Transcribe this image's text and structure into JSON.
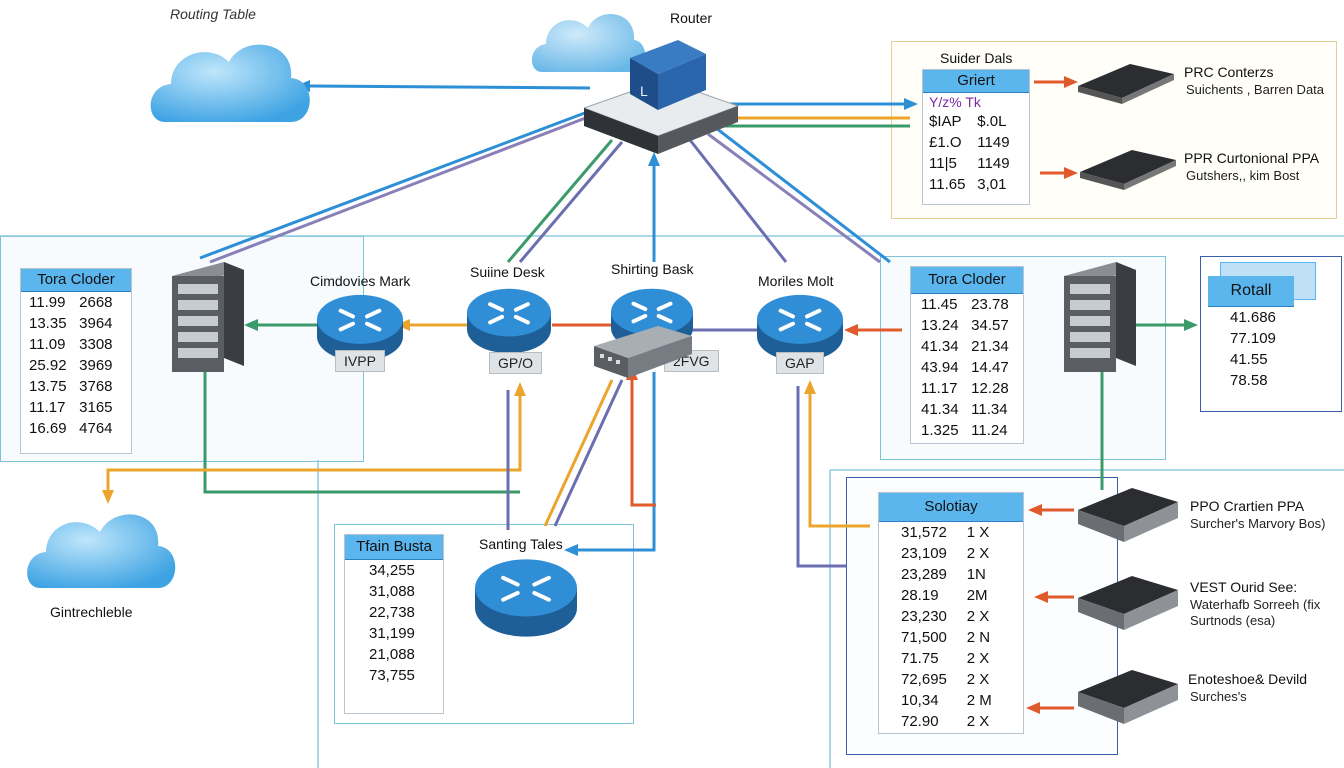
{
  "clouds": {
    "routing_table": "Routing Table",
    "bottom_left": "Gintrechleble"
  },
  "router": {
    "label": "Router"
  },
  "top_right": {
    "title": "Suider Dals",
    "table": {
      "header": "Griert",
      "subheader": "Y/z% Tk",
      "rows": [
        [
          "$IAP",
          "$.0L"
        ],
        [
          "£1.O",
          "1149"
        ],
        [
          "11|5",
          "1149"
        ],
        [
          "11.65",
          "3,01"
        ]
      ]
    },
    "devices": [
      {
        "title": "PRC Conterzs",
        "sub": "Suichents , Barren Data"
      },
      {
        "title": "PPR Curtonional PPA",
        "sub": "Gutshers,, kim Bost"
      }
    ]
  },
  "left_table": {
    "header": "Tora Cloder",
    "rows": [
      [
        "11.99",
        "2668"
      ],
      [
        "13.35",
        "3964"
      ],
      [
        "11.09",
        "3308"
      ],
      [
        "25.92",
        "3969"
      ],
      [
        "13.75",
        "3768"
      ],
      [
        "11.17",
        "3165"
      ],
      [
        "16.69",
        "4764"
      ]
    ]
  },
  "right_table": {
    "header": "Tora Cloder",
    "rows": [
      [
        "11.45",
        "23.78"
      ],
      [
        "13.24",
        "34.57"
      ],
      [
        "41.34",
        "21.34"
      ],
      [
        "43.94",
        "14.47"
      ],
      [
        "11.17",
        "12.28"
      ],
      [
        "41.34",
        "11.34"
      ],
      [
        "1.325",
        "11.24"
      ]
    ]
  },
  "rotall": {
    "header": "Rotall",
    "values": [
      "41.686",
      "77.109",
      "41.55",
      "78.58"
    ]
  },
  "nodes": [
    {
      "label": "Cimdovies Mark",
      "badge": "IVPP"
    },
    {
      "label": "Suiine Desk",
      "badge": "GP/O"
    },
    {
      "label": "Shirting Bask",
      "badge": "2FVG"
    },
    {
      "label": "Moriles Molt",
      "badge": "GAP"
    }
  ],
  "bottom_center": {
    "title": "Santing Tales",
    "table": {
      "header": "Tfain Busta",
      "rows": [
        "34,255",
        "31,088",
        "22,738",
        "31,199",
        "21,088",
        "73,755"
      ]
    }
  },
  "solotay": {
    "header": "Solotiay",
    "rows": [
      [
        "31,572",
        "1 X"
      ],
      [
        "23,109",
        "2 X"
      ],
      [
        "23,289",
        "1N"
      ],
      [
        "28.19",
        "2M"
      ],
      [
        "23,230",
        "2 X"
      ],
      [
        "71,500",
        "2 N"
      ],
      [
        "71.75",
        "2 X"
      ],
      [
        "72,695",
        "2 X"
      ],
      [
        "10,34",
        "2 M"
      ],
      [
        "72.90",
        "2 X"
      ]
    ]
  },
  "bottom_right_devices": [
    {
      "title": "PPO Crartien PPA",
      "sub": "Surcher's Marvory Bos)"
    },
    {
      "title": "VEST Ourid See:",
      "sub": "Waterhafb Sorreeh (fix",
      "sub2": "Surtnods (esa)"
    },
    {
      "title": "Enoteshoe& Devild",
      "sub": "Surches's"
    }
  ],
  "colors": {
    "blue": "#2d8fd6",
    "purple": "#6b6fb2",
    "orange": "#eba42c",
    "green": "#3a9a6a",
    "red": "#e05a2c",
    "header_blue": "#5cb6ee"
  }
}
